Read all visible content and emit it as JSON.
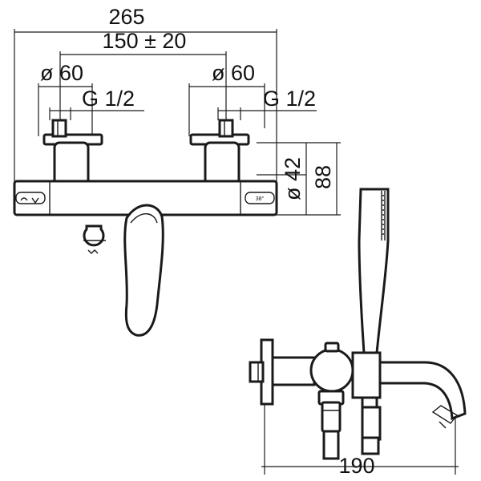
{
  "dimensions": {
    "overall_width": "265",
    "center_distance": "150 ± 20",
    "left_diameter": "ø 60",
    "right_diameter": "ø 60",
    "left_thread": "G 1/2",
    "right_thread": "G 1/2",
    "body_diameter": "ø 42",
    "projection_height": "88",
    "side_depth": "190"
  },
  "labels": {
    "temperature_mark": "38°"
  }
}
